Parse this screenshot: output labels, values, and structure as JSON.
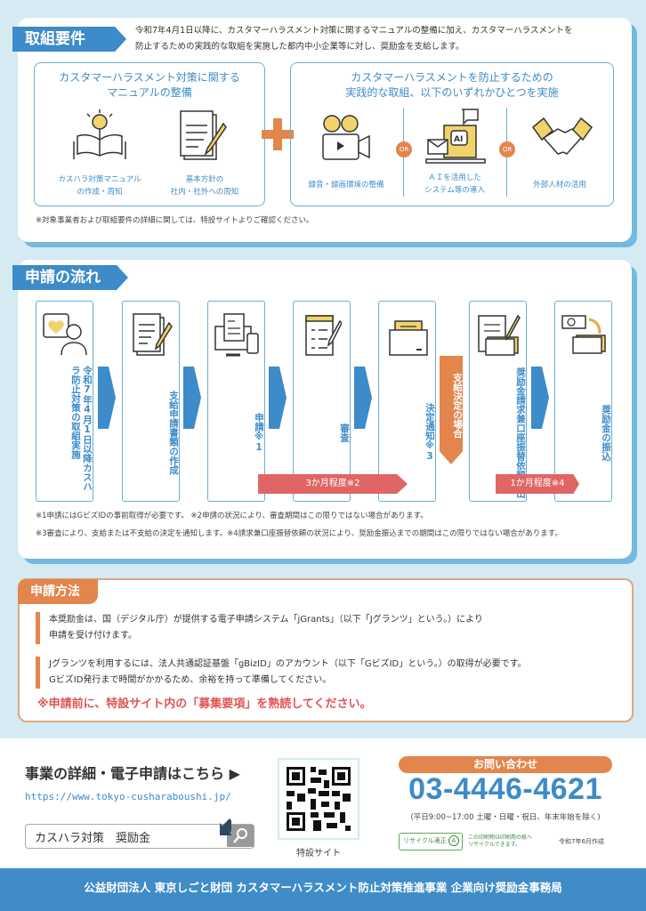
{
  "requirements": {
    "tag": "取組要件",
    "desc": [
      "令和7年4月1日以降に、カスタマーハラスメント対策に関するマニュアルの整備に加え、カスタマーハラスメントを",
      "防止するための実践的な取組を実施した都内中小企業等に対し、奨励金を支給します。"
    ],
    "left_title": [
      "カスタマーハラスメント対策に関する",
      "マニュアルの整備"
    ],
    "left_items": [
      [
        "カスハラ対策マニュアル",
        "の作成・周知"
      ],
      [
        "基本方針の",
        "社内・社外への周知"
      ]
    ],
    "right_title": [
      "カスタマーハラスメントを防止するための",
      "実践的な取組、以下のいずれかひとつを実施"
    ],
    "right_items": [
      [
        "録音・録画環境の整備"
      ],
      [
        "ＡＩを活用した",
        "システム等の導入"
      ],
      [
        "外部人材の活用"
      ]
    ],
    "or_label": "OR",
    "ai_label": "AI",
    "note": "※対象事業者および取組要件の詳細に関しては、特設サイトよりご確認ください。"
  },
  "flow": {
    "tag": "申請の流れ",
    "steps": [
      "令和7年4月1日以降カスハラ防止対策の取組実施",
      "支給申請書類の作成",
      "申請※1",
      "審査",
      "決定通知※3",
      "奨励金請求兼口座振替依頼提出",
      "奨励金の振込"
    ],
    "decision": "支給決定の場合",
    "period1": "3か月程度※2",
    "period2": "1か月程度※4",
    "notes": [
      "※1申請にはGビズIDの事前取得が必要です。 ※2申請の状況により、審査期間はこの限りではない場合があります。",
      "※3審査により、支給または不支給の決定を通知します。※4請求兼口座振替依頼の状況により、奨励金振込までの期間はこの限りではない場合があります。"
    ]
  },
  "method": {
    "tag": "申請方法",
    "p1": [
      "本奨励金は、国（デジタル庁）が提供する電子申請システム「jGrants」（以下「Jグランツ」という。）により",
      "申請を受け付けます。"
    ],
    "p2": [
      "Jグランツを利用するには、法人共通認証基盤「gBizID」のアカウント（以下「GビズID」という。）の取得が必要です。",
      "GビズID発行まで時間がかかるため、余裕を持って準備してください。"
    ],
    "warning": "※申請前に、特設サイト内の「募集要項」を熟読してください。"
  },
  "footer": {
    "headline": "事業の詳細・電子申請はこちら ▶",
    "url": "https://www.tokyo-cusharaboushi.jp/",
    "search_value": "カスハラ対策　奨励金",
    "qr_caption": "特設サイト",
    "contact_label": "お問い合わせ",
    "phone": "03-4446-4621",
    "hours": "(平日9:00~17:00 土曜・日曜・祝日、年末年始を除く)",
    "recycle_badge": "リサイクル適正",
    "recycle_grade": "A",
    "recycle_text": [
      "この印刷物は印刷用の紙へ",
      "リサイクルできます。"
    ],
    "created": "令和7年6月作成",
    "organization": "公益財団法人 東京しごと財団  カスタマーハラスメント防止対策推進事業 企業向け奨励金事務局"
  },
  "colors": {
    "blue": "#3d8bc8",
    "orange": "#e2864d",
    "red": "#e06666",
    "bg": "#d5eaf3"
  }
}
